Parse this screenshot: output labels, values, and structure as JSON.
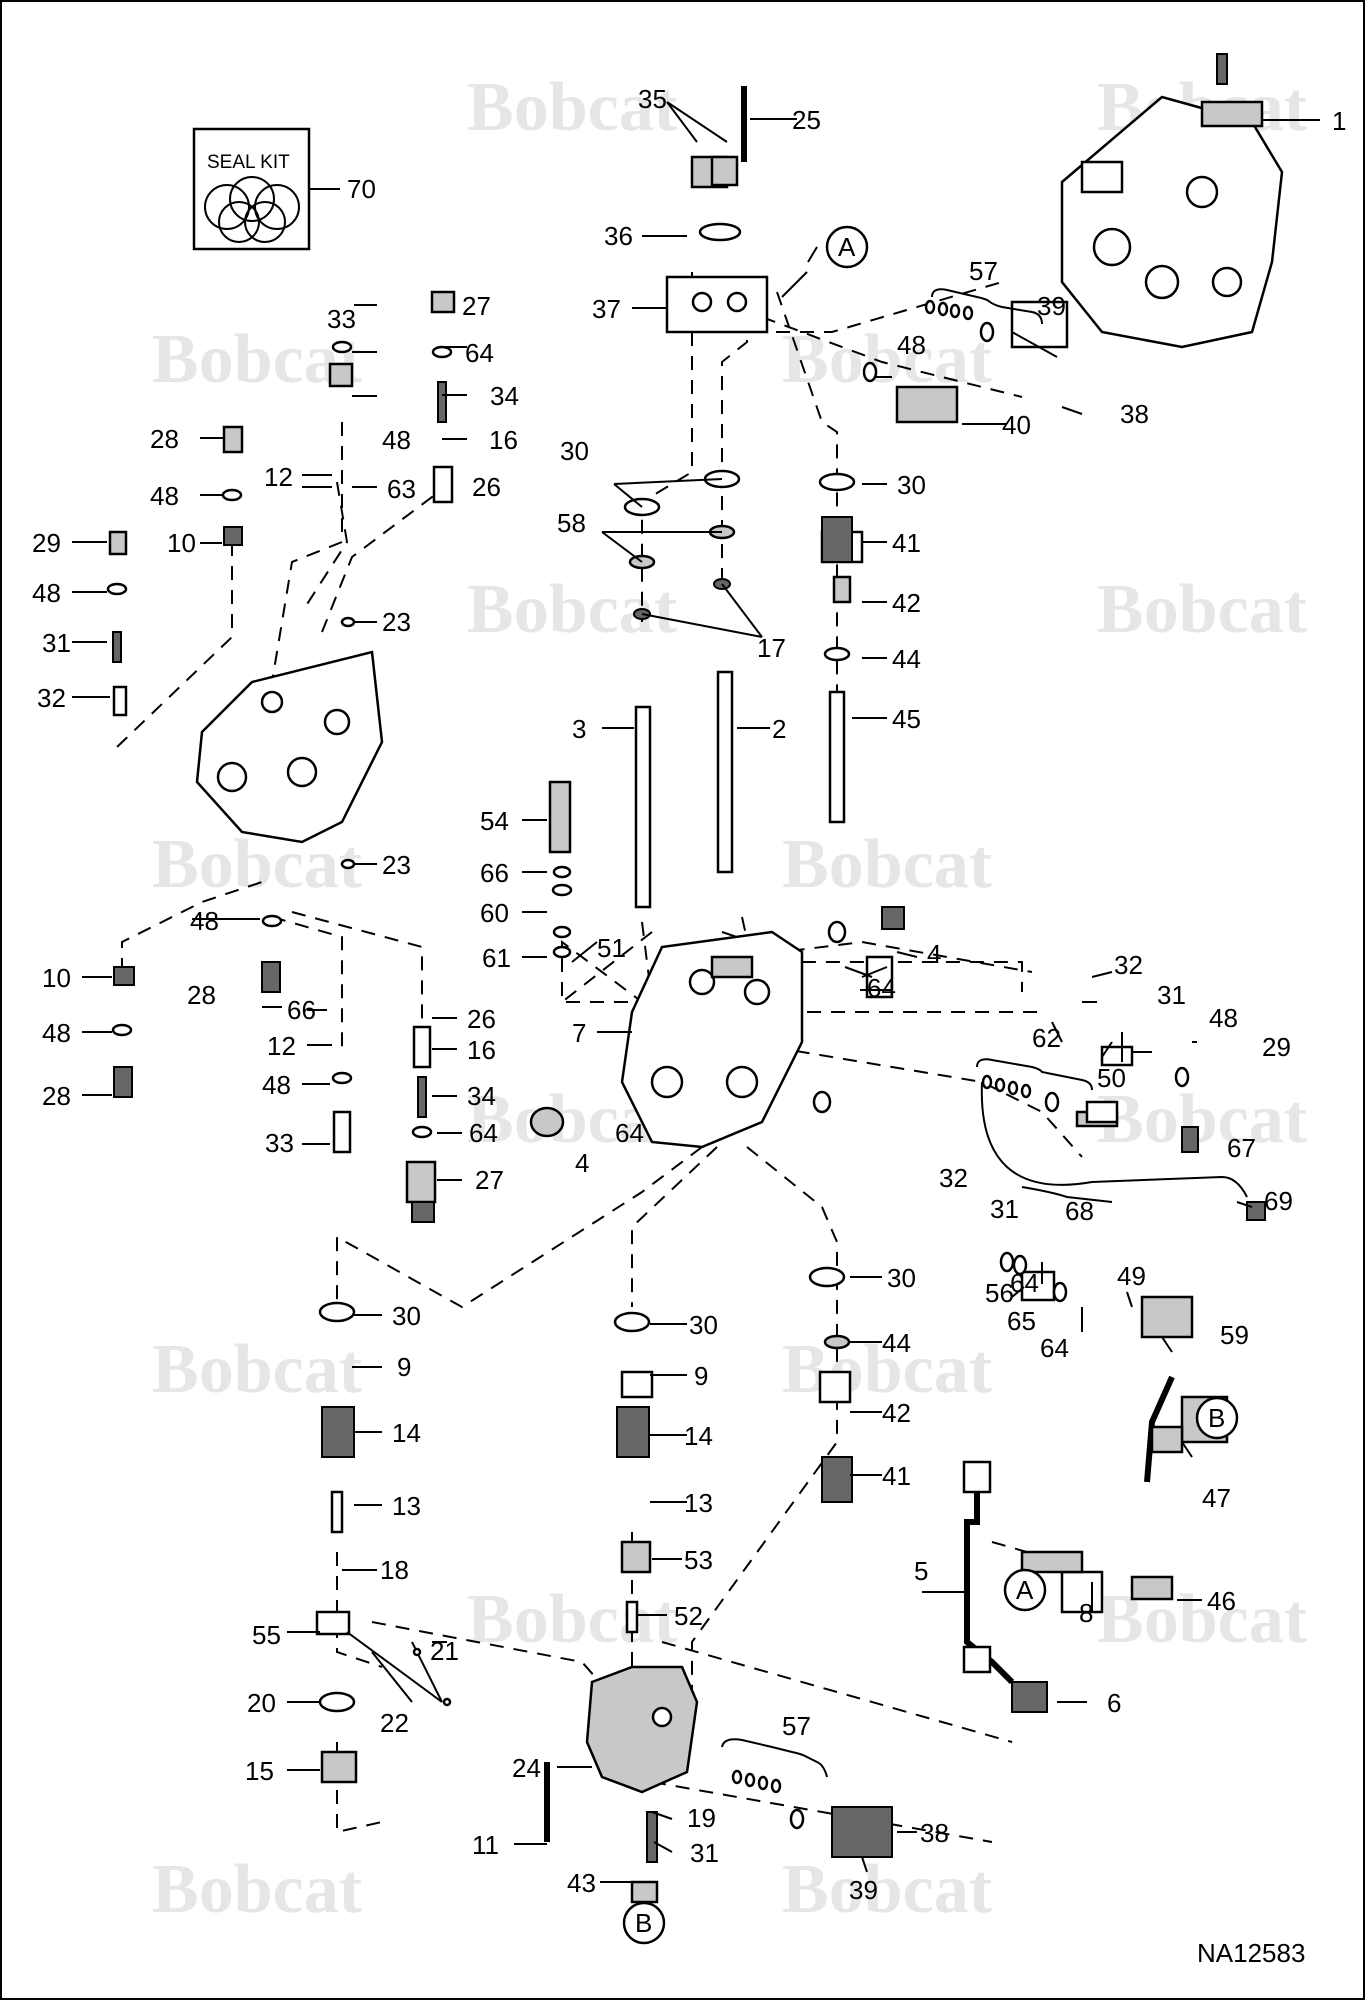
{
  "watermark": "Bobcat",
  "drawing_number": "NA12583",
  "seal_kit": {
    "text": "SEAL KIT",
    "number": "70"
  },
  "callouts": {
    "A_top": "A",
    "A_mid": "A",
    "B_right": "B",
    "B_bottom": "B"
  },
  "labels": {
    "l1": "1",
    "l2": "2",
    "l3": "3",
    "l4a": "4",
    "l4b": "4",
    "l5": "5",
    "l6": "6",
    "l7": "7",
    "l8": "8",
    "l9a": "9",
    "l9b": "9",
    "l10a": "10",
    "l10b": "10",
    "l11": "11",
    "l12a": "12",
    "l12b": "12",
    "l13a": "13",
    "l13b": "13",
    "l14a": "14",
    "l14b": "14",
    "l15": "15",
    "l16a": "16",
    "l16b": "16",
    "l17": "17",
    "l18": "18",
    "l19": "19",
    "l20": "20",
    "l21": "21",
    "l22": "22",
    "l23a": "23",
    "l23b": "23",
    "l24": "24",
    "l25": "25",
    "l26a": "26",
    "l26b": "26",
    "l27a": "27",
    "l27b": "27",
    "l28a": "28",
    "l28b": "28",
    "l28c": "28",
    "l29a": "29",
    "l29b": "29",
    "l30a": "30",
    "l30b": "30",
    "l30c": "30",
    "l30d": "30",
    "l30e": "30",
    "l31a": "31",
    "l31b": "31",
    "l31c": "31",
    "l31d": "31",
    "l32a": "32",
    "l32b": "32",
    "l32c": "32",
    "l33a": "33",
    "l33b": "33",
    "l34a": "34",
    "l34b": "34",
    "l35": "35",
    "l36": "36",
    "l37": "37",
    "l38a": "38",
    "l38b": "38",
    "l39a": "39",
    "l39b": "39",
    "l40": "40",
    "l41a": "41",
    "l41b": "41",
    "l42a": "42",
    "l42b": "42",
    "l43": "43",
    "l44a": "44",
    "l44b": "44",
    "l45": "45",
    "l46": "46",
    "l47": "47",
    "l48a": "48",
    "l48b": "48",
    "l48c": "48",
    "l48d": "48",
    "l48e": "48",
    "l48f": "48",
    "l48g": "48",
    "l48h": "48",
    "l49": "49",
    "l50": "50",
    "l51": "51",
    "l52": "52",
    "l53": "53",
    "l54": "54",
    "l55": "55",
    "l56": "56",
    "l57a": "57",
    "l57b": "57",
    "l58": "58",
    "l59": "59",
    "l60": "60",
    "l61": "61",
    "l62": "62",
    "l63": "63",
    "l64a": "64",
    "l64b": "64",
    "l64c": "64",
    "l64d": "64",
    "l64e": "64",
    "l64f": "64",
    "l65": "65",
    "l66a": "66",
    "l66b": "66",
    "l67": "67",
    "l68": "68",
    "l69": "69"
  }
}
